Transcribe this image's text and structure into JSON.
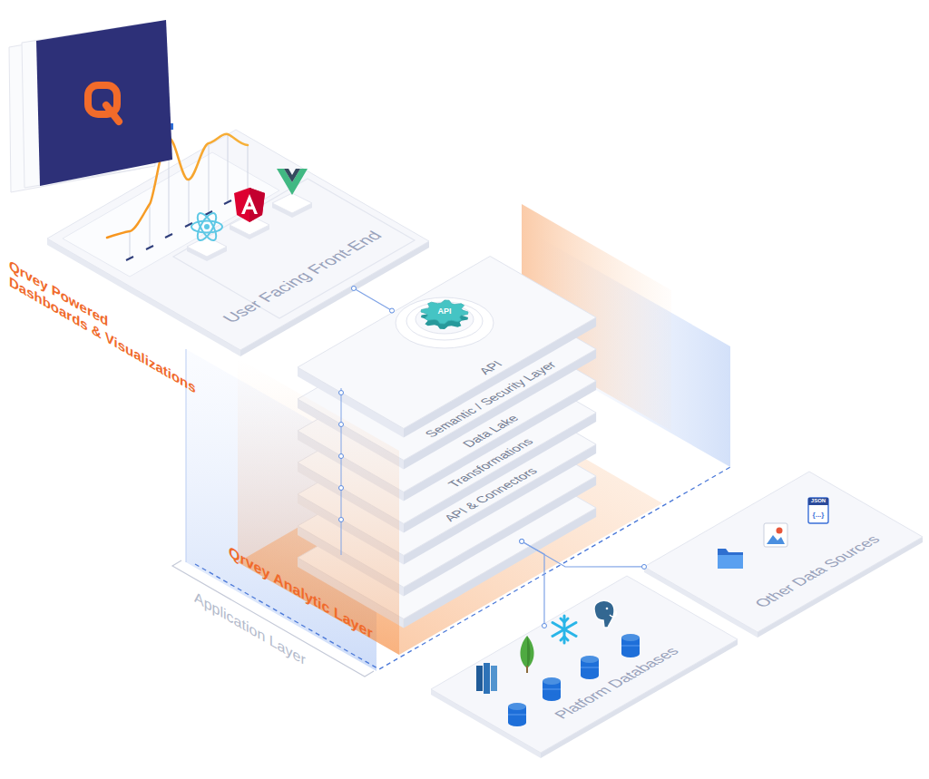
{
  "diagram": {
    "nodes": [
      {
        "text": [
          "User Facing Front-End"
        ]
      },
      {
        "text": [
          "API"
        ]
      },
      {
        "text": [
          "Semantic / Security Layer"
        ]
      },
      {
        "text": [
          "Data Lake"
        ]
      },
      {
        "text": [
          "Transformations"
        ]
      },
      {
        "text": [
          "API & Connectors"
        ]
      },
      {
        "text": [
          "Other Data Sources"
        ]
      },
      {
        "text": [
          "Platform Databases"
        ]
      }
    ],
    "edges": [
      {
        "from": 0,
        "to": 1,
        "arrow": "none"
      },
      {
        "from": 5,
        "to": 6,
        "arrow": "none"
      },
      {
        "from": 5,
        "to": 7,
        "arrow": "none"
      }
    ],
    "labels": [
      "Qrvey Powered Dashboards & Visualizations",
      "API",
      "Qrvey Analytic Layer",
      "Application Layer",
      "JSON",
      "{...}"
    ]
  }
}
